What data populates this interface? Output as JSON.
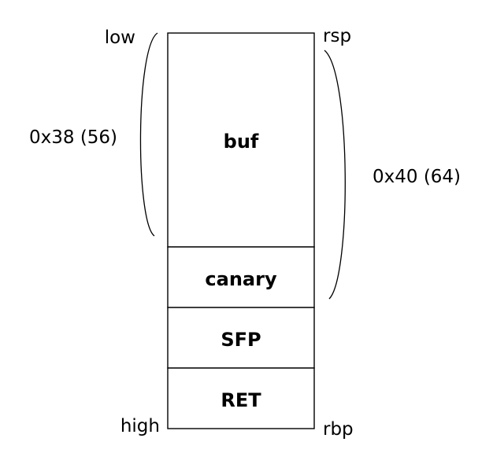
{
  "diagram": {
    "stack_cells": [
      {
        "label": "buf"
      },
      {
        "label": "canary"
      },
      {
        "label": "SFP"
      },
      {
        "label": "RET"
      }
    ],
    "top_left_label": "low",
    "top_right_label": "rsp",
    "bottom_left_label": "high",
    "bottom_right_label": "rbp",
    "left_brace_label": "0x38 (56)",
    "right_brace_label": "0x40 (64)"
  }
}
